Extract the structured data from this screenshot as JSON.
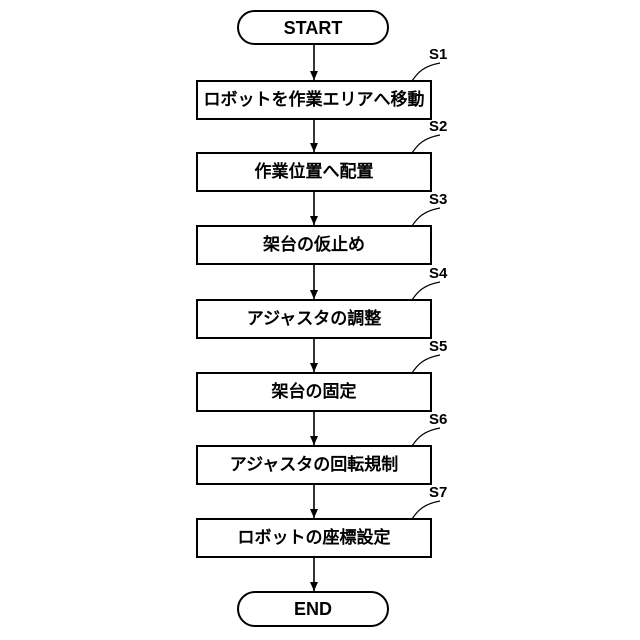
{
  "start_label": "START",
  "end_label": "END",
  "steps": [
    {
      "id": "S1",
      "text": "ロボットを作業エリアへ移動"
    },
    {
      "id": "S2",
      "text": "作業位置へ配置"
    },
    {
      "id": "S3",
      "text": "架台の仮止め"
    },
    {
      "id": "S4",
      "text": "アジャスタの調整"
    },
    {
      "id": "S5",
      "text": "架台の固定"
    },
    {
      "id": "S6",
      "text": "アジャスタの回転規制"
    },
    {
      "id": "S7",
      "text": "ロボットの座標設定"
    }
  ]
}
